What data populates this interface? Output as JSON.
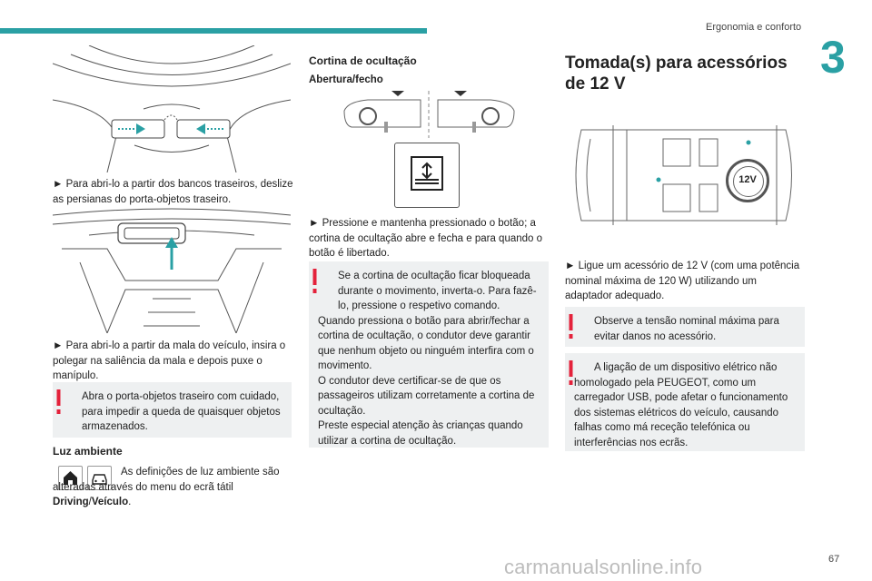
{
  "header": {
    "section": "Ergonomia e conforto",
    "chapter": "3",
    "page": "67"
  },
  "col1": {
    "para1": "► Para abri-lo a partir dos bancos traseiros, deslize as persianas do porta-objetos traseiro.",
    "para2": "► Para abri-lo a partir da mala do veículo, insira o polegar na saliência da mala e depois puxe o manípulo.",
    "warning1": "Abra o porta-objetos traseiro com cuidado, para impedir a queda de quaisquer objetos armazenados.",
    "ambient_title": "Luz ambiente",
    "ambient_text_a": "As definições de luz ambiente são alteradas através do menu do ecrã tátil ",
    "ambient_bold_1": "Driving",
    "ambient_sep": "/",
    "ambient_bold_2": "Veículo",
    "ambient_end": "."
  },
  "col2": {
    "title": "Cortina de ocultação",
    "subtitle": "Abertura/fecho",
    "para1": "► Pressione e mantenha pressionado o botão; a cortina de ocultação abre e fecha e para quando o botão é libertado.",
    "warning": [
      "Se a cortina de ocultação ficar bloqueada durante o movimento, inverta-o. Para fazê-lo, pressione o respetivo comando.",
      "Quando pressiona o botão para abrir/fechar a cortina de ocultação, o condutor deve garantir que nenhum objeto ou ninguém interfira com o movimento.",
      "O condutor deve certificar-se de que os passageiros utilizam corretamente a cortina de ocultação.",
      "Preste especial atenção às crianças quando utilizar a cortina de ocultação."
    ]
  },
  "col3": {
    "title": "Tomada(s) para acessórios de 12 V",
    "socket_label": "12V",
    "para1": "► Ligue um acessório de 12 V (com uma potência nominal máxima de 120 W) utilizando um adaptador adequado.",
    "warning1": "Observe a tensão nominal máxima para evitar danos no acessório.",
    "warning2": "A ligação de um dispositivo elétrico não homologado pela PEUGEOT, como um carregador USB, pode afetar o funcionamento dos sistemas elétricos do veículo, causando falhas como má receção telefónica ou interferências nos ecrãs."
  },
  "watermark": "carmanualsonline.info",
  "colors": {
    "accent": "#2aa0a4",
    "warning": "#e4223b",
    "box": "#eef0f1"
  },
  "icons": [
    "home-icon",
    "car-icon",
    "warning-icon",
    "sunshade-button-icon",
    "socket-12v-icon"
  ]
}
